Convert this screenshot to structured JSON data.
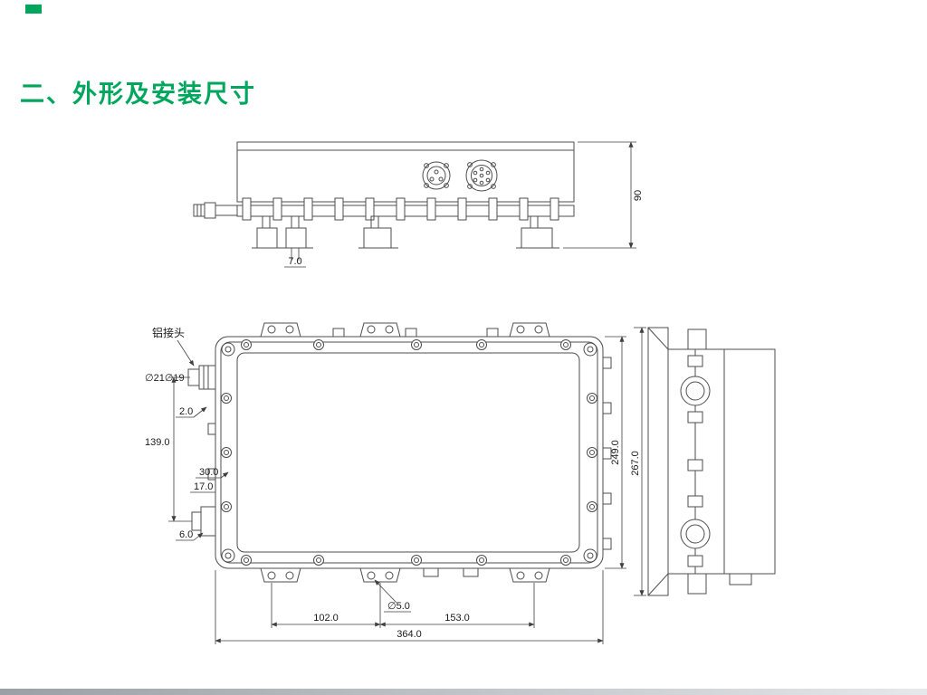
{
  "page": {
    "title": "二、外形及安装尺寸",
    "colors": {
      "accent_green": "#00a65c",
      "line": "#4d4d4d"
    }
  },
  "top_view": {
    "dim_90": "90",
    "dim_7": "7.0"
  },
  "front_view": {
    "connector_label": "铝接头",
    "dim_phi21_19": "∅21∅19",
    "dim_2": "2.0",
    "dim_139": "139.0",
    "dim_30": "30.0",
    "dim_17": "17.0",
    "dim_6": "6.0",
    "dim_249": "249.0",
    "dim_phi5": "∅5.0",
    "dim_102": "102.0",
    "dim_153": "153.0",
    "dim_364": "364.0"
  },
  "side_view": {
    "dim_267": "267.0"
  }
}
